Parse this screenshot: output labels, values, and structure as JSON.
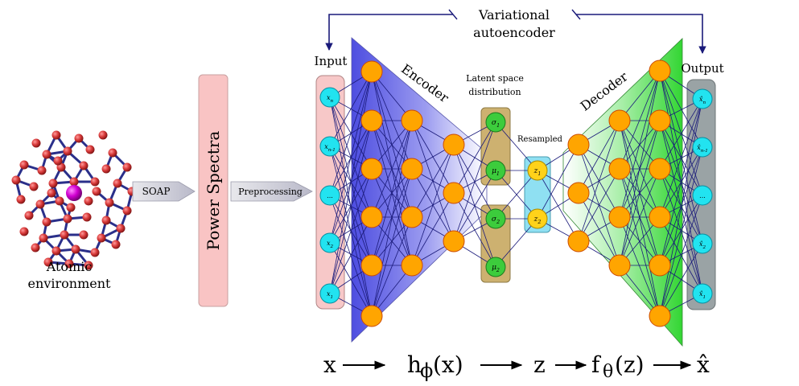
{
  "labels": {
    "atomic_line1": "Atomic",
    "atomic_line2": "environment",
    "soap": "SOAP",
    "power_spectra": "Power Spectra",
    "preprocessing": "Preprocessing",
    "input": "Input",
    "encoder": "Encoder",
    "latent_line1": "Latent space",
    "latent_line2": "distribution",
    "resampled": "Resampled",
    "decoder": "Decoder",
    "output": "Output",
    "vae_line1": "Variational",
    "vae_line2": "autoencoder"
  },
  "input_nodes": [
    "x_n",
    "x_{n-1}",
    "...",
    "x_2",
    "x_1"
  ],
  "output_nodes": [
    "x̂_n",
    "x̂_{n-1}",
    "...",
    "x̂_2",
    "x̂_1"
  ],
  "sigma_mu_top": [
    "σ_1",
    "μ_1"
  ],
  "sigma_mu_bottom": [
    "σ_2",
    "μ_2"
  ],
  "latent_z": [
    "z_1",
    "z_2"
  ],
  "equation": {
    "x": "x",
    "h": "h",
    "phi": "ϕ",
    "hx": "(x)",
    "z": "z",
    "f": "f",
    "theta": "θ",
    "fz": "(z)",
    "xhat": "x̂"
  },
  "colors": {
    "hidden_node": "#ffa500",
    "node_border": "#cc4b00",
    "input_node": "#22e3f0",
    "latent_green": "#3ccc3c",
    "z_node": "#ffd21a",
    "encoder_blue": "#5a5ae6",
    "decoder_green": "#3ddc3d",
    "power_spectra_fill": "#f9c4c4",
    "input_box": "#f7c8c8",
    "output_box": "#9aa3a5",
    "latent_box": "#cdb170",
    "resampled_box": "#8fe0f2",
    "edge": "#1a1a7a",
    "atom": "#d83a3a",
    "center_atom": "#d100d1"
  }
}
